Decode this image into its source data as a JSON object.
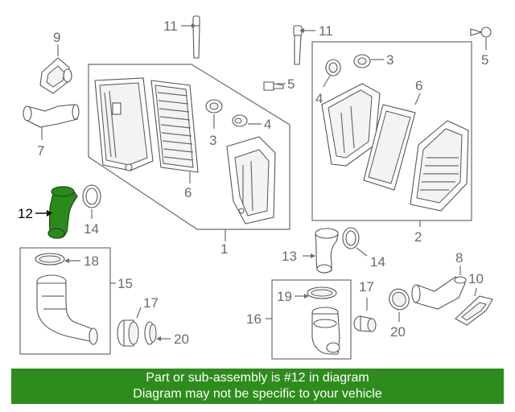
{
  "callouts": {
    "c1": "1",
    "c2": "2",
    "c3a": "3",
    "c3b": "3",
    "c4a": "4",
    "c4b": "4",
    "c5a": "5",
    "c5b": "5",
    "c6a": "6",
    "c6b": "6",
    "c7": "7",
    "c8": "8",
    "c9": "9",
    "c10": "10",
    "c11a": "11",
    "c11b": "11",
    "c12": "12",
    "c13": "13",
    "c14a": "14",
    "c14b": "14",
    "c15": "15",
    "c16": "16",
    "c17a": "17",
    "c17b": "17",
    "c18": "18",
    "c19": "19",
    "c20a": "20",
    "c20b": "20"
  },
  "highlight_color": "#2a8a1c",
  "banner": {
    "line1": "Part or sub-assembly is #12 in diagram",
    "line2": "Diagram may not be specific to your vehicle",
    "background": "#2e8c1c"
  }
}
